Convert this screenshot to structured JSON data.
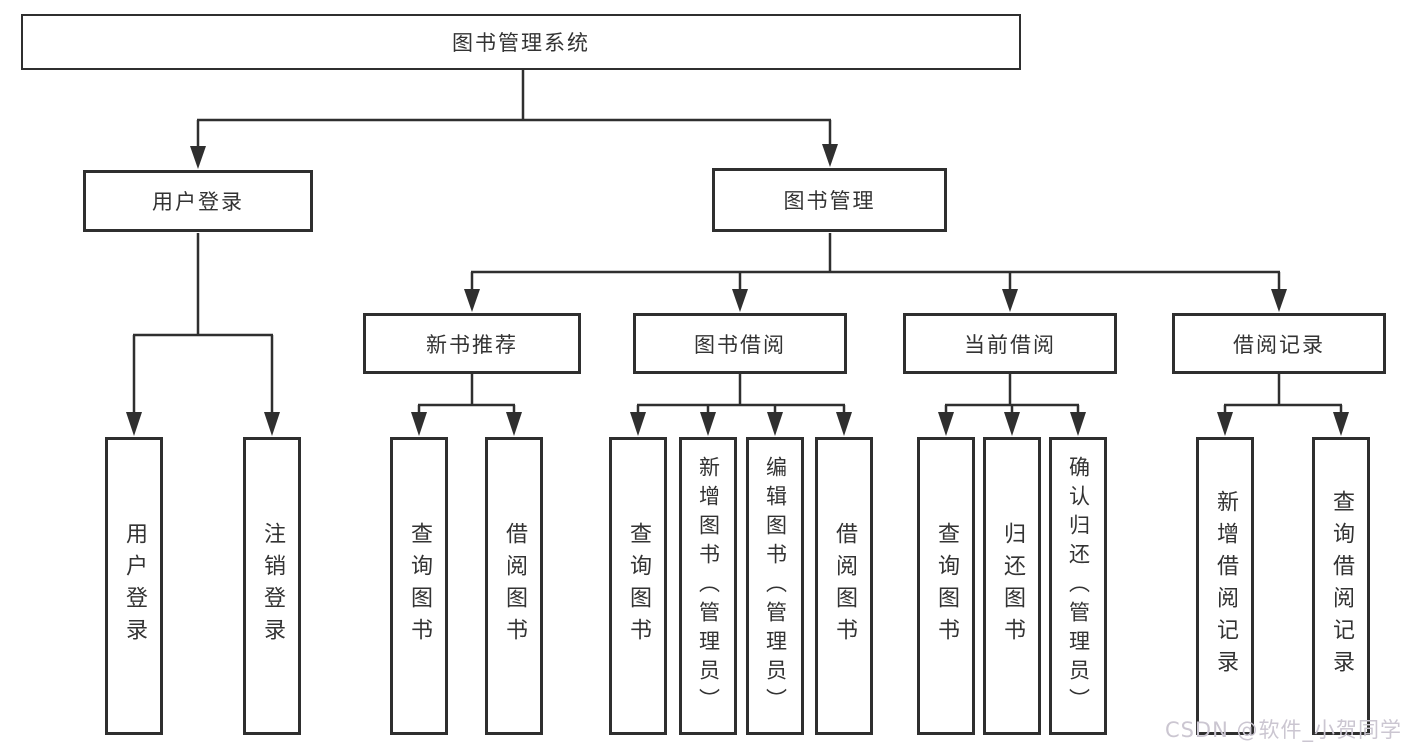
{
  "diagram": {
    "type": "hierarchy-tree",
    "colors": {
      "line": "#2f2f2f",
      "box_border": "#2f2f2f",
      "text": "#333333",
      "background": "#ffffff",
      "watermark_text": "#cbc6d1"
    },
    "watermark": "CSDN @软件_小贺同学",
    "nodes": {
      "root": {
        "label": "图书管理系统"
      },
      "user_login": {
        "label": "用户登录"
      },
      "book_management": {
        "label": "图书管理"
      },
      "new_book_recommendation": {
        "label": "新书推荐"
      },
      "book_borrowing": {
        "label": "图书借阅"
      },
      "current_borrowing": {
        "label": "当前借阅"
      },
      "borrowing_records": {
        "label": "借阅记录"
      },
      "user_login_leaf": {
        "label": "用户登录"
      },
      "logout_leaf": {
        "label": "注销登录"
      },
      "nb_query_books": {
        "label": "查询图书"
      },
      "nb_borrow_books": {
        "label": "借阅图书"
      },
      "bb_query_books": {
        "label": "查询图书"
      },
      "bb_add_book_admin": {
        "label": "新增图书（管理员）"
      },
      "bb_edit_book_admin": {
        "label": "编辑图书（管理员）"
      },
      "bb_borrow_books": {
        "label": "借阅图书"
      },
      "cb_query_books": {
        "label": "查询图书"
      },
      "cb_return_books": {
        "label": "归还图书"
      },
      "cb_confirm_return_admin": {
        "label": "确认归还（管理员）"
      },
      "br_add_borrow_record": {
        "label": "新增借阅记录"
      },
      "br_query_borrow_record": {
        "label": "查询借阅记录"
      }
    },
    "tree": {
      "root": [
        "user_login",
        "book_management"
      ],
      "user_login": [
        "user_login_leaf",
        "logout_leaf"
      ],
      "book_management": [
        "new_book_recommendation",
        "book_borrowing",
        "current_borrowing",
        "borrowing_records"
      ],
      "new_book_recommendation": [
        "nb_query_books",
        "nb_borrow_books"
      ],
      "book_borrowing": [
        "bb_query_books",
        "bb_add_book_admin",
        "bb_edit_book_admin",
        "bb_borrow_books"
      ],
      "current_borrowing": [
        "cb_query_books",
        "cb_return_books",
        "cb_confirm_return_admin"
      ],
      "borrowing_records": [
        "br_add_borrow_record",
        "br_query_borrow_record"
      ]
    }
  }
}
